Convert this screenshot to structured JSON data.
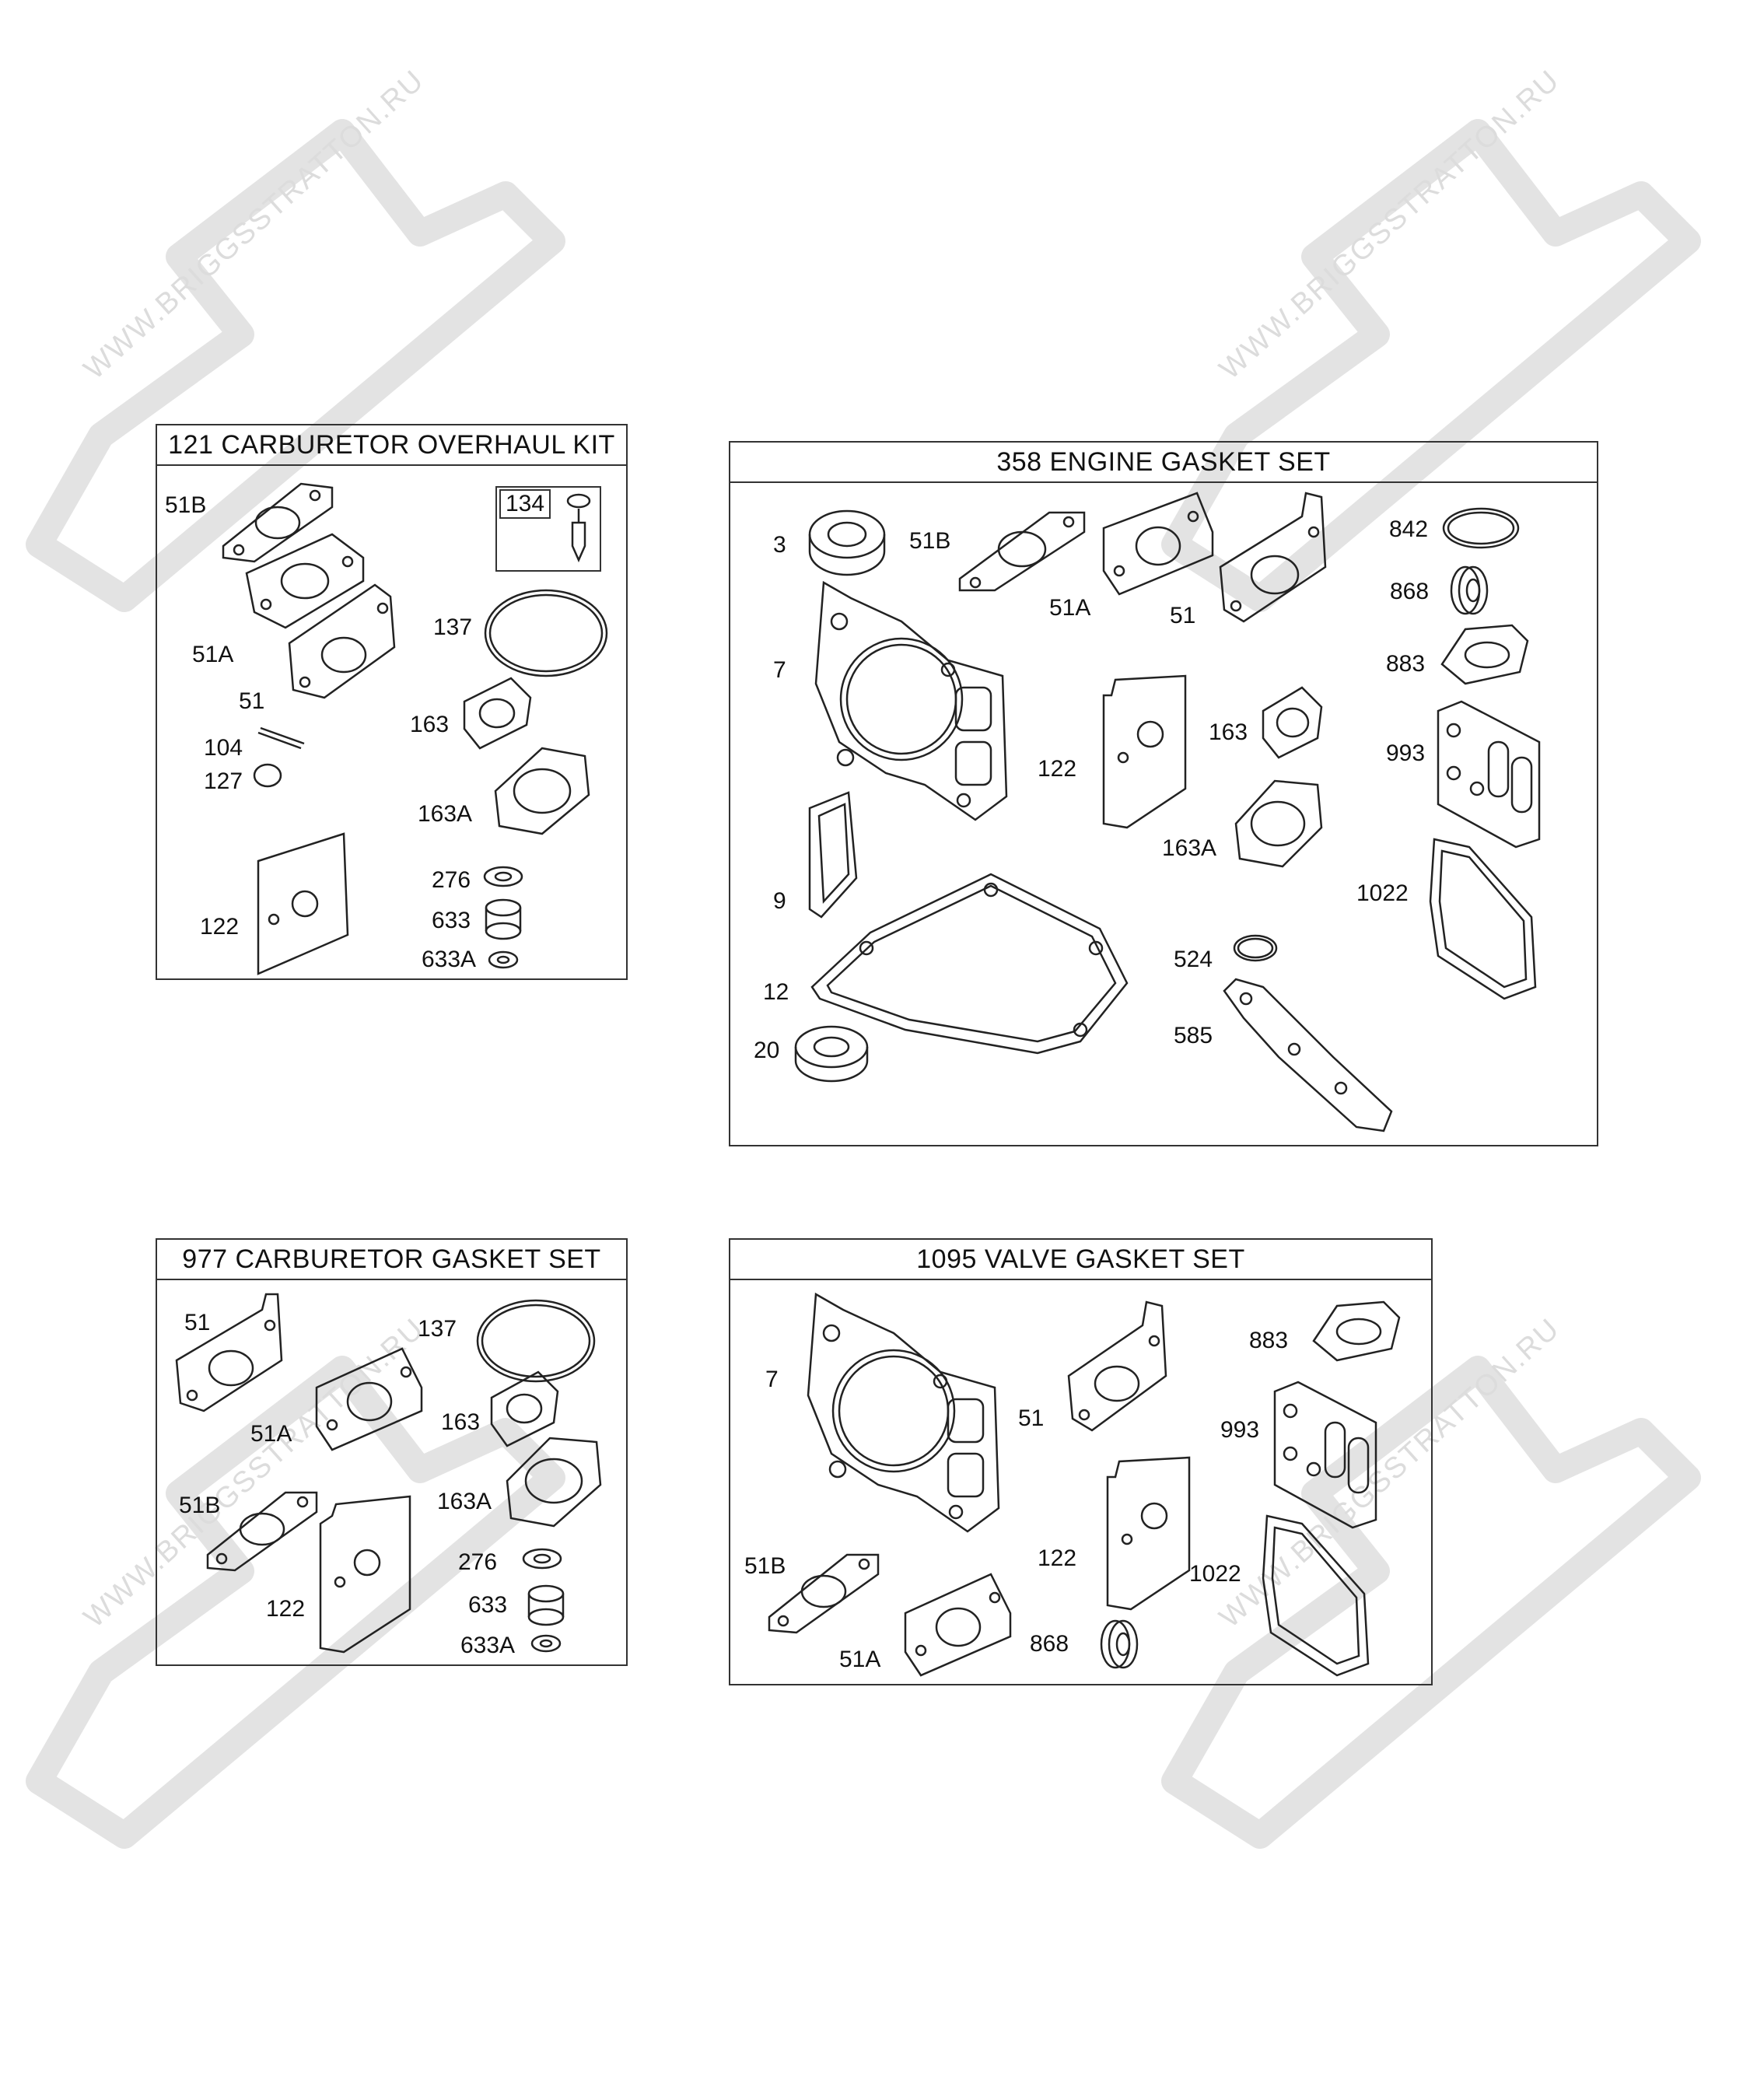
{
  "watermark": {
    "text": "WWW.BRIGGSSTRATTON.RU",
    "color": "#e6e6e6"
  },
  "kits": [
    {
      "id": "121",
      "title": "121 CARBURETOR OVERHAUL KIT",
      "labels": [
        "51B",
        "134",
        "137",
        "51A",
        "51",
        "163",
        "104",
        "127",
        "163A",
        "276",
        "122",
        "633",
        "633A"
      ]
    },
    {
      "id": "358",
      "title": "358 ENGINE GASKET SET",
      "labels": [
        "3",
        "51B",
        "842",
        "51A",
        "51",
        "868",
        "7",
        "883",
        "122",
        "163",
        "993",
        "163A",
        "9",
        "1022",
        "524",
        "12",
        "585",
        "20"
      ]
    },
    {
      "id": "977",
      "title": "977 CARBURETOR GASKET SET",
      "labels": [
        "51",
        "137",
        "51A",
        "163",
        "51B",
        "163A",
        "276",
        "122",
        "633",
        "633A"
      ]
    },
    {
      "id": "1095",
      "title": "1095 VALVE GASKET SET",
      "labels": [
        "7",
        "883",
        "51",
        "993",
        "51B",
        "122",
        "1022",
        "868",
        "51A"
      ]
    }
  ]
}
